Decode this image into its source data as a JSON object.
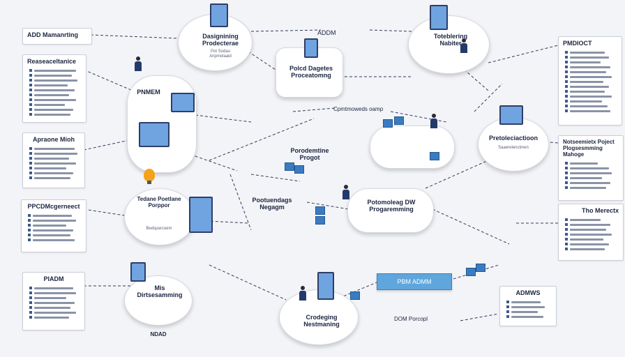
{
  "header": {
    "title": "ADD Mamanrting",
    "top_label": "ADDM"
  },
  "left_panels": [
    {
      "title": "Reaseaceltanice"
    },
    {
      "title": "Apraone Mioh"
    },
    {
      "title": "PPCDMcgerneect"
    },
    {
      "title": "PIADM"
    }
  ],
  "right_panels": [
    {
      "title": "PMDIOCT"
    },
    {
      "title": "Notseemietx Poject Plogsesmming Mahoge"
    },
    {
      "title": "Tho Merectx"
    },
    {
      "title": "ADMWS"
    }
  ],
  "nodes": {
    "top_left": {
      "title": "Dasignining Prodecterae",
      "sub": "Pot Sodau Anpmolaaid"
    },
    "top_right": {
      "title": "Toteblering Nabiter"
    },
    "center_top": {
      "title": "Polcd Dagetes Proceatomng"
    },
    "left_mid": {
      "title": "PNMEM"
    },
    "mid_right": {
      "title": "Pretoleciactioon",
      "sub": "Saaerelenctmen"
    },
    "center": {
      "title": "Porodemtine Progot"
    },
    "left_lower": {
      "title": "Tedane Poetlane Porppor",
      "sub": "Bedsparcoem"
    },
    "center_lower": {
      "title": "Pootuendags Negagm"
    },
    "right_lower": {
      "title": "Potomoleag DW Progaremming"
    },
    "bottom_left": {
      "title": "Mis Dirtsesamming",
      "sub": "NDAD"
    },
    "bottom_center": {
      "title": "Crodeging Nestmaning"
    }
  },
  "labels": {
    "connector_top": "Cpmtmoweds oamp",
    "admin_button": "PBM ADMM",
    "dom_label": "DOM Porcopl"
  },
  "colors": {
    "accent": "#5fa6dc",
    "cube": "#3a7cc2",
    "link": "#2f3b5c"
  }
}
